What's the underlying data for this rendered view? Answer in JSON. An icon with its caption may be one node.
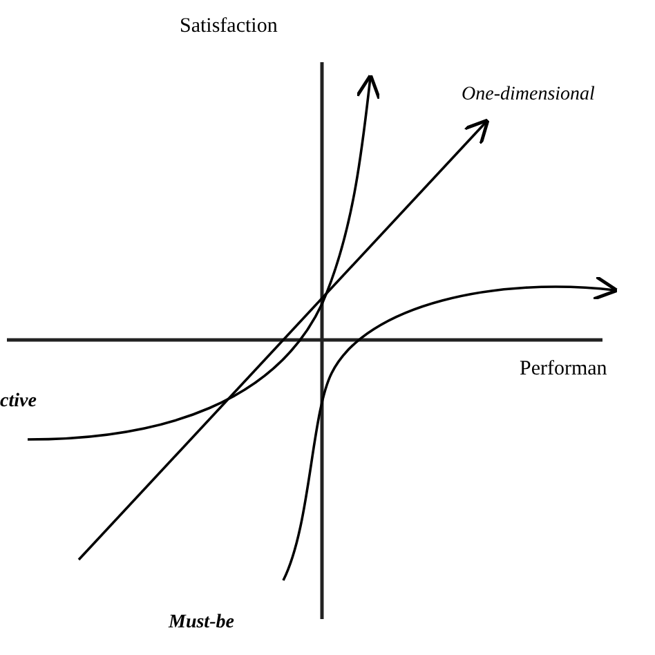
{
  "diagram": {
    "labels": [
      "Satisfaction",
      "One-dimensional",
      "Performan",
      "ctive",
      "Must-be"
    ]
  }
}
